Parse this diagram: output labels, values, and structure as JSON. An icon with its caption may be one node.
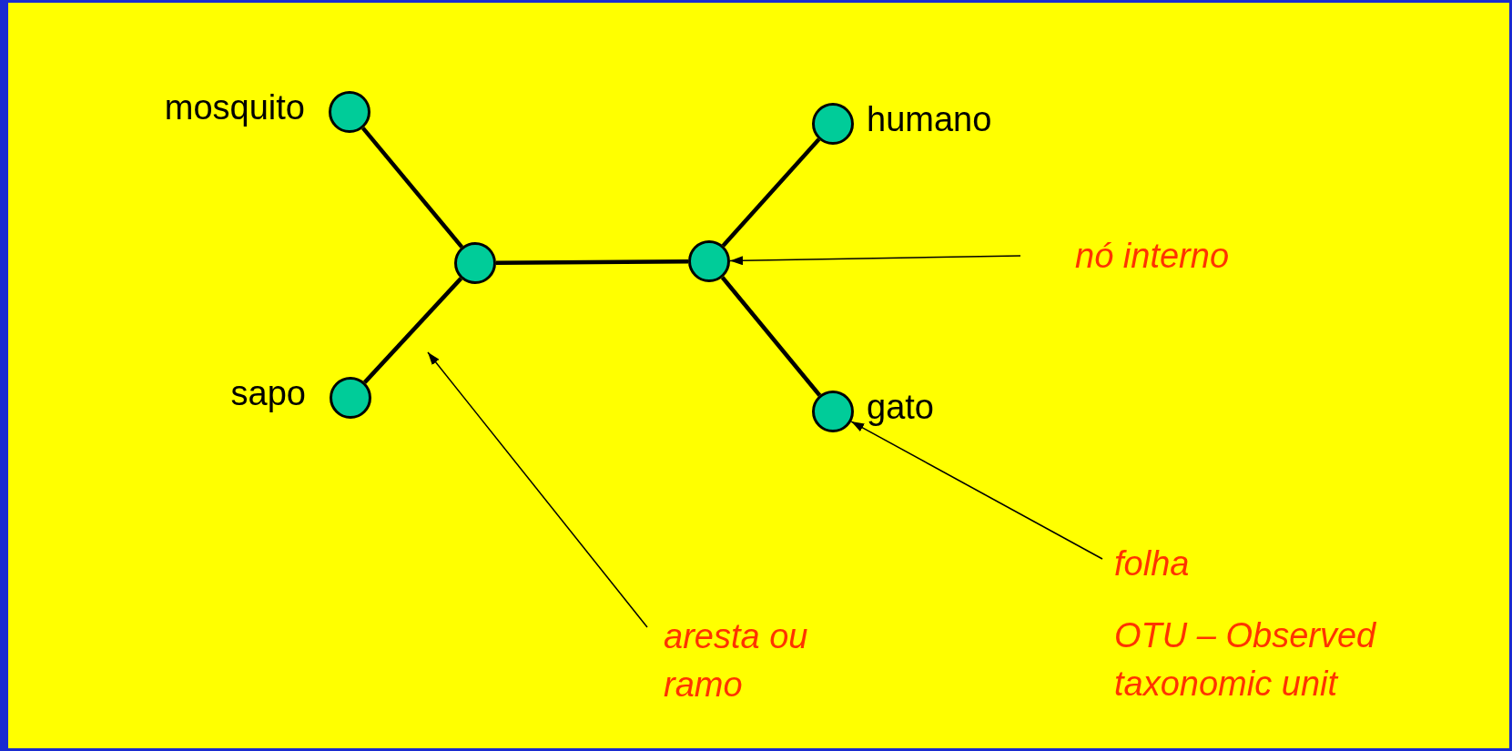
{
  "diagram": {
    "nodes": [
      {
        "text": [],
        "shape": "circle",
        "beside": [
          "mosquito"
        ]
      },
      {
        "text": [],
        "shape": "circle",
        "beside": [
          "humano"
        ]
      },
      {
        "text": [],
        "shape": "circle"
      },
      {
        "text": [],
        "shape": "circle"
      },
      {
        "text": [],
        "shape": "circle",
        "beside": [
          "sapo"
        ]
      },
      {
        "text": [],
        "shape": "circle",
        "beside": [
          "gato"
        ]
      },
      {
        "text": [
          "nó interno"
        ]
      },
      {
        "text": [
          "folha",
          "OTU – Observed taxonomic unit"
        ]
      },
      {
        "text": [
          "aresta ou ramo"
        ]
      }
    ],
    "edges": [
      {
        "from": 0,
        "to": 2,
        "arrow": "none"
      },
      {
        "from": 1,
        "to": 3,
        "arrow": "none"
      },
      {
        "from": 2,
        "to": 3,
        "arrow": "none"
      },
      {
        "from": 2,
        "to": 4,
        "arrow": "none"
      },
      {
        "from": 3,
        "to": 5,
        "arrow": "none"
      },
      {
        "from": 6,
        "to": 3,
        "arrow": "to"
      },
      {
        "from": 8,
        "to": null,
        "arrow": "to"
      },
      {
        "from": 7,
        "to": 5,
        "arrow": "to"
      }
    ]
  }
}
